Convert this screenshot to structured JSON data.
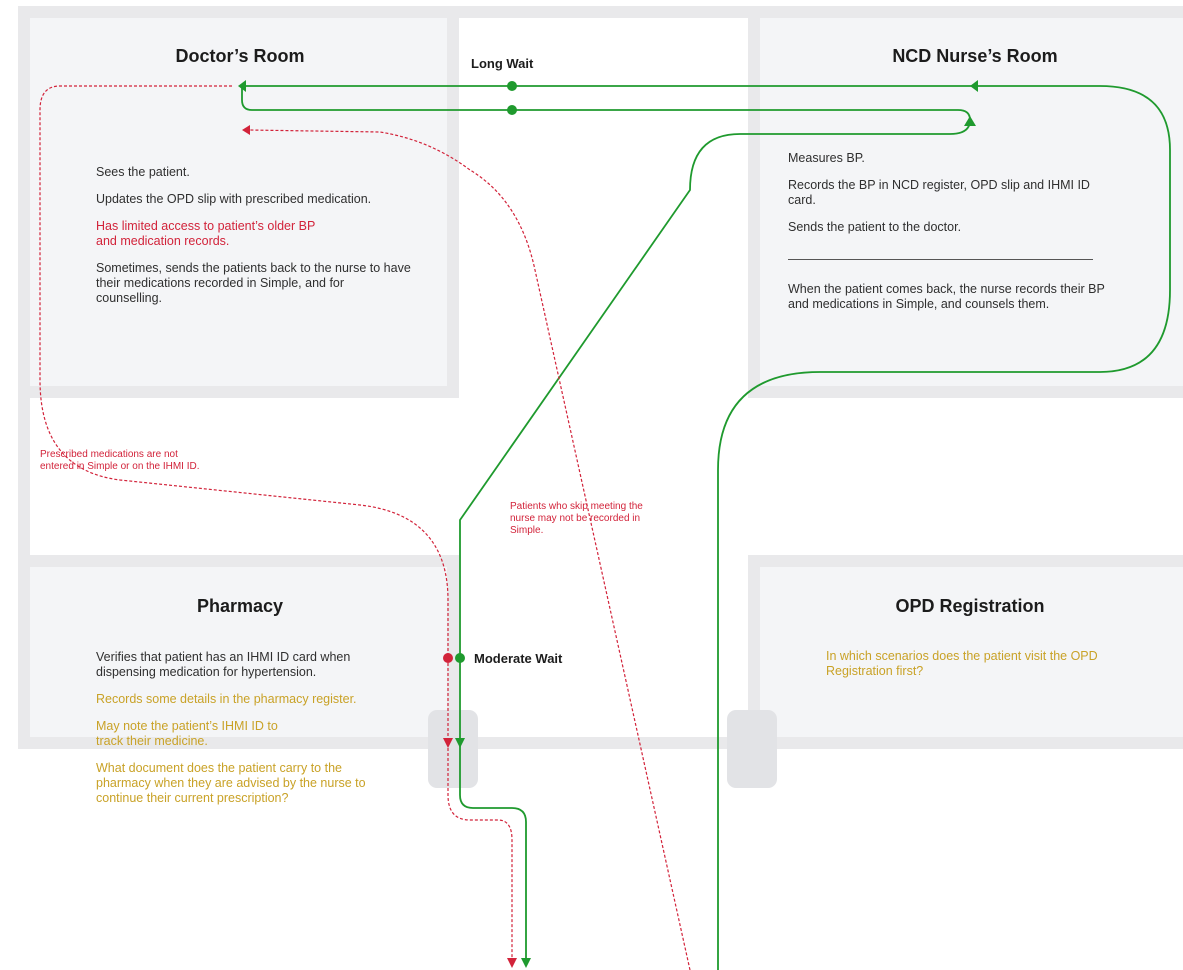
{
  "rooms": {
    "doctor": {
      "title": "Doctor’s Room",
      "lines": [
        "Sees the patient.",
        "Updates the OPD slip with prescribed medication.",
        "Has limited access to patient’s older BP and medication records.",
        "Sometimes, sends the patients back to the nurse to have their medications recorded in Simple, and for counselling."
      ]
    },
    "nurse": {
      "title": "NCD Nurse’s Room",
      "lines": [
        "Measures BP.",
        "Records the BP in NCD register, OPD slip and IHMI ID card.",
        "Sends the patient to the doctor.",
        "When the patient comes back, the nurse records their BP and medications in Simple, and counsels them."
      ]
    },
    "pharmacy": {
      "title": "Pharmacy",
      "lines": [
        "Verifies that patient has an IHMI ID card when dispensing medication for hypertension.",
        "Records some details in the pharmacy register.",
        "May note the patient’s IHMI ID to track their medicine.",
        "What document does the patient carry to the pharmacy when they are advised by the nurse to continue their current prescription?"
      ]
    },
    "opd": {
      "title": "OPD Registration",
      "lines": [
        "In which scenarios does the patient visit the OPD Registration first?"
      ]
    }
  },
  "waits": {
    "long": "Long Wait",
    "moderate": "Moderate Wait"
  },
  "notes": {
    "prescribed": "Prescribed medications are not entered in Simple or on the IHMI ID.",
    "skip": "Patients who skip meeting the nurse may not be recorded in Simple."
  },
  "colors": {
    "green": "#1f9a2e",
    "red": "#d2233a",
    "amber": "#c9a227",
    "room": "#f4f5f7",
    "wall": "#e9e9eb"
  }
}
